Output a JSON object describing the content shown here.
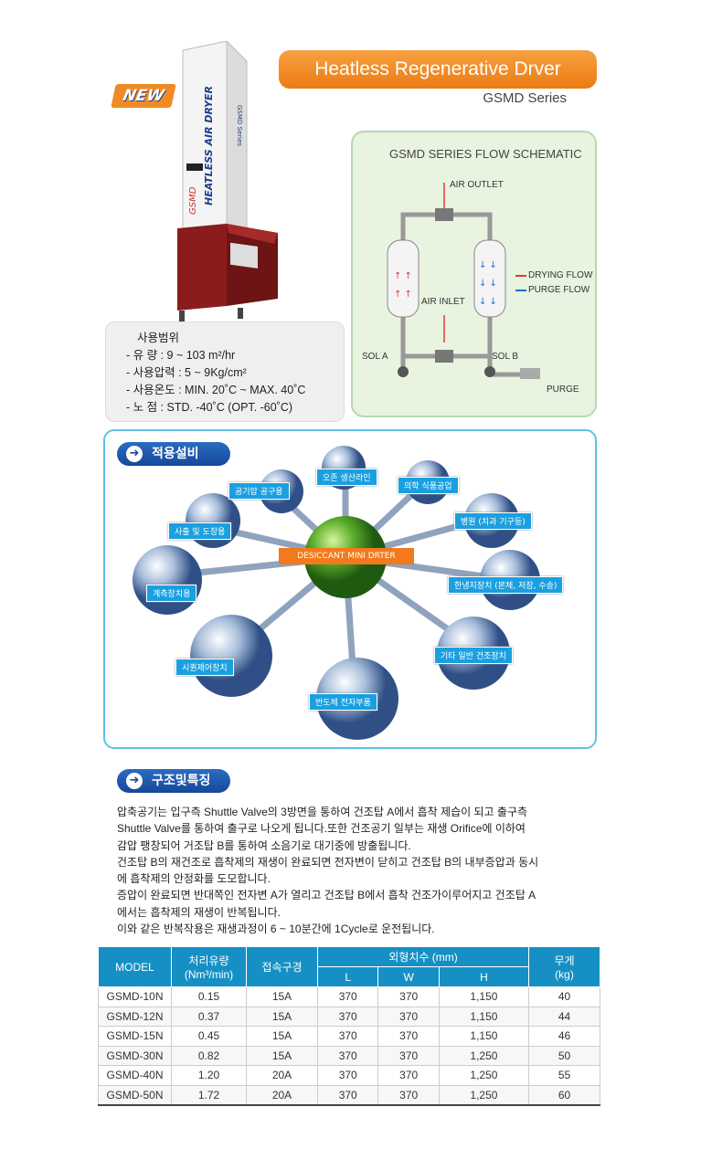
{
  "badge": "NEW",
  "product": {
    "brand": "GSMD",
    "side_text": "HEATLESS AIR DRYER",
    "series_text": "GSMD Series"
  },
  "header": {
    "title": "Heatless Regenerative Drver",
    "subtitle": "GSMD Series"
  },
  "spec": {
    "heading": "사용범위",
    "lines": [
      "- 유 량 : 9 ~ 103 m²/hr",
      "- 사용압력 : 5 ~ 9Kg/cm²",
      "- 사용온도 : MIN. 20˚C ~ MAX. 40˚C",
      "- 노      점 : STD. -40˚C (OPT. -60˚C)"
    ]
  },
  "flow": {
    "title": "GSMD SERIES FLOW SCHEMATIC",
    "air_outlet": "AIR OUTLET",
    "air_inlet": "AIR INLET",
    "sol_a": "SOL A",
    "sol_b": "SOL B",
    "purge": "PURGE",
    "legend": [
      "DRYING FLOW",
      "PURGE FLOW"
    ],
    "colors": {
      "drying": "#e53935",
      "purge": "#1e6fd0"
    }
  },
  "applications": {
    "heading": "적용설비",
    "center": "DESICCANT MINI DRTER",
    "items": [
      "오존 생산라인",
      "의학 식품공업",
      "병원 (치과 기구등)",
      "한냉지장치 (본체, 저장, 수송)",
      "기타 일반 건조장치",
      "반도체 전자부품",
      "시퀀제어장치",
      "계측장치용",
      "사출 및 도장용",
      "공기압 공구용"
    ]
  },
  "features": {
    "heading": "구조및특징",
    "paragraph": [
      "압축공기는 입구측 Shuttle Valve의 3방면을 통하여 건조탑 A에서 흡착 제습이 되고 출구측",
      "Shuttle Valve를 통하여 출구로 나오게 됩니다.또한 건조공기 일부는 재생 Orifice에 이하여",
      "감압 팽창되어 거조탑 B를 통하여 소음기로 대기중에 방출됩니다.",
      "건조탑 B의 재건조로 흡착제의 재생이 완료되면 전자변이 닫히고 건조탑 B의 내부증압과 동시",
      "에 흡착제의 안정화를 도모합니다.",
      "증압이 완료되면 반대쪽인 전자변 A가 열리고 건조탑 B에서 흡착 건조가이루어지고 건조탑 A",
      "에서는 흡착제의 재생이 반복됩니다.",
      "이와 같은 반복작용은 재생과정이 6 ~ 10분간에 1Cycle로 운전됩니다."
    ]
  },
  "table": {
    "headers": {
      "model": "MODEL",
      "flow": "처리유량",
      "flow_unit": "(Nm³/min)",
      "conn": "접속구경",
      "dims": "외형치수 (mm)",
      "L": "L",
      "W": "W",
      "H": "H",
      "weight": "무게",
      "weight_unit": "(kg)"
    },
    "rows": [
      [
        "GSMD-10N",
        "0.15",
        "15A",
        "370",
        "370",
        "1,150",
        "40"
      ],
      [
        "GSMD-12N",
        "0.37",
        "15A",
        "370",
        "370",
        "1,150",
        "44"
      ],
      [
        "GSMD-15N",
        "0.45",
        "15A",
        "370",
        "370",
        "1,150",
        "46"
      ],
      [
        "GSMD-30N",
        "0.82",
        "15A",
        "370",
        "370",
        "1,250",
        "50"
      ],
      [
        "GSMD-40N",
        "1.20",
        "20A",
        "370",
        "370",
        "1,250",
        "55"
      ],
      [
        "GSMD-50N",
        "1.72",
        "20A",
        "370",
        "370",
        "1,250",
        "60"
      ]
    ]
  }
}
